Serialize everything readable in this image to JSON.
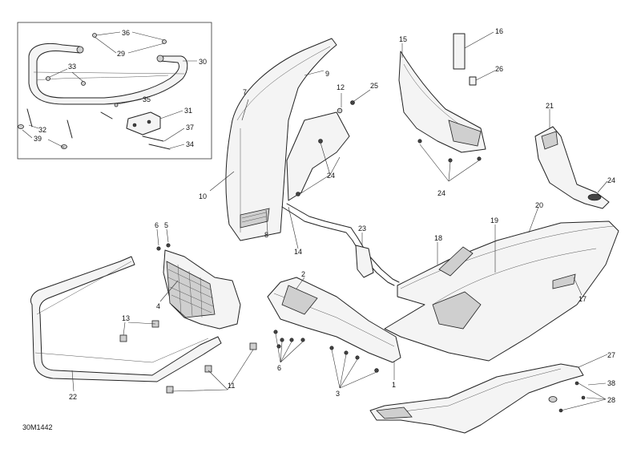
{
  "diagram": {
    "reference_id": "30M1442",
    "callouts": [
      "36",
      "29",
      "30",
      "33",
      "35",
      "31",
      "37",
      "34",
      "32",
      "39",
      "16",
      "15",
      "26",
      "9",
      "7",
      "12",
      "25",
      "21",
      "24",
      "10",
      "8",
      "6",
      "5",
      "4",
      "14",
      "23",
      "18",
      "19",
      "20",
      "2",
      "17",
      "13",
      "22",
      "11",
      "6",
      "3",
      "1",
      "27",
      "38",
      "28",
      "24",
      "24"
    ]
  }
}
